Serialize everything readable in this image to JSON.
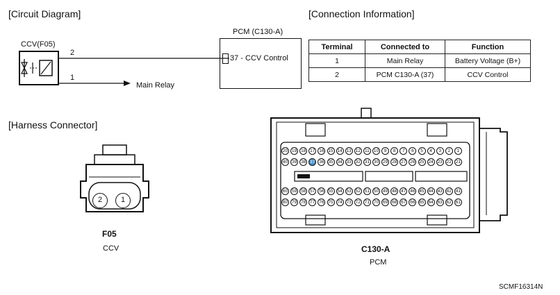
{
  "circuit": {
    "title": "[Circuit Diagram]",
    "ccv_label": "CCV(F05)",
    "pin2": "2",
    "pin1": "1",
    "main_relay": "Main Relay",
    "pcm_title": "PCM (C130-A)",
    "pcm_pin": "37",
    "pcm_pin_label": " - CCV Control"
  },
  "connection": {
    "title": "[Connection Information]",
    "headers": [
      "Terminal",
      "Connected to",
      "Function"
    ],
    "rows": [
      [
        "1",
        "Main Relay",
        "Battery Voltage (B+)"
      ],
      [
        "2",
        "PCM C130-A (37)",
        "CCV Control"
      ]
    ]
  },
  "harness": {
    "title": "[Harness Connector]",
    "f05_pins": [
      "2",
      "1"
    ],
    "f05_name": "F05",
    "f05_sub": "CCV",
    "c130_name": "C130-A",
    "c130_sub": "PCM",
    "highlighted_pin": "37",
    "pin_rows": [
      [
        "20",
        "19",
        "18",
        "17",
        "16",
        "15",
        "14",
        "13",
        "12",
        "11",
        "10",
        "9",
        "8",
        "7",
        "6",
        "5",
        "4",
        "3",
        "2",
        "1"
      ],
      [
        "40",
        "39",
        "38",
        "37",
        "36",
        "35",
        "34",
        "33",
        "32",
        "31",
        "30",
        "29",
        "28",
        "27",
        "26",
        "25",
        "24",
        "23",
        "22",
        "21"
      ],
      [
        "60",
        "59",
        "58",
        "57",
        "56",
        "55",
        "54",
        "53",
        "52",
        "51",
        "50",
        "49",
        "48",
        "47",
        "46",
        "45",
        "44",
        "43",
        "42",
        "41"
      ],
      [
        "80",
        "79",
        "78",
        "77",
        "76",
        "75",
        "74",
        "73",
        "72",
        "71",
        "70",
        "69",
        "68",
        "67",
        "66",
        "65",
        "64",
        "63",
        "62",
        "61"
      ]
    ]
  },
  "code": "SCMF16314N"
}
